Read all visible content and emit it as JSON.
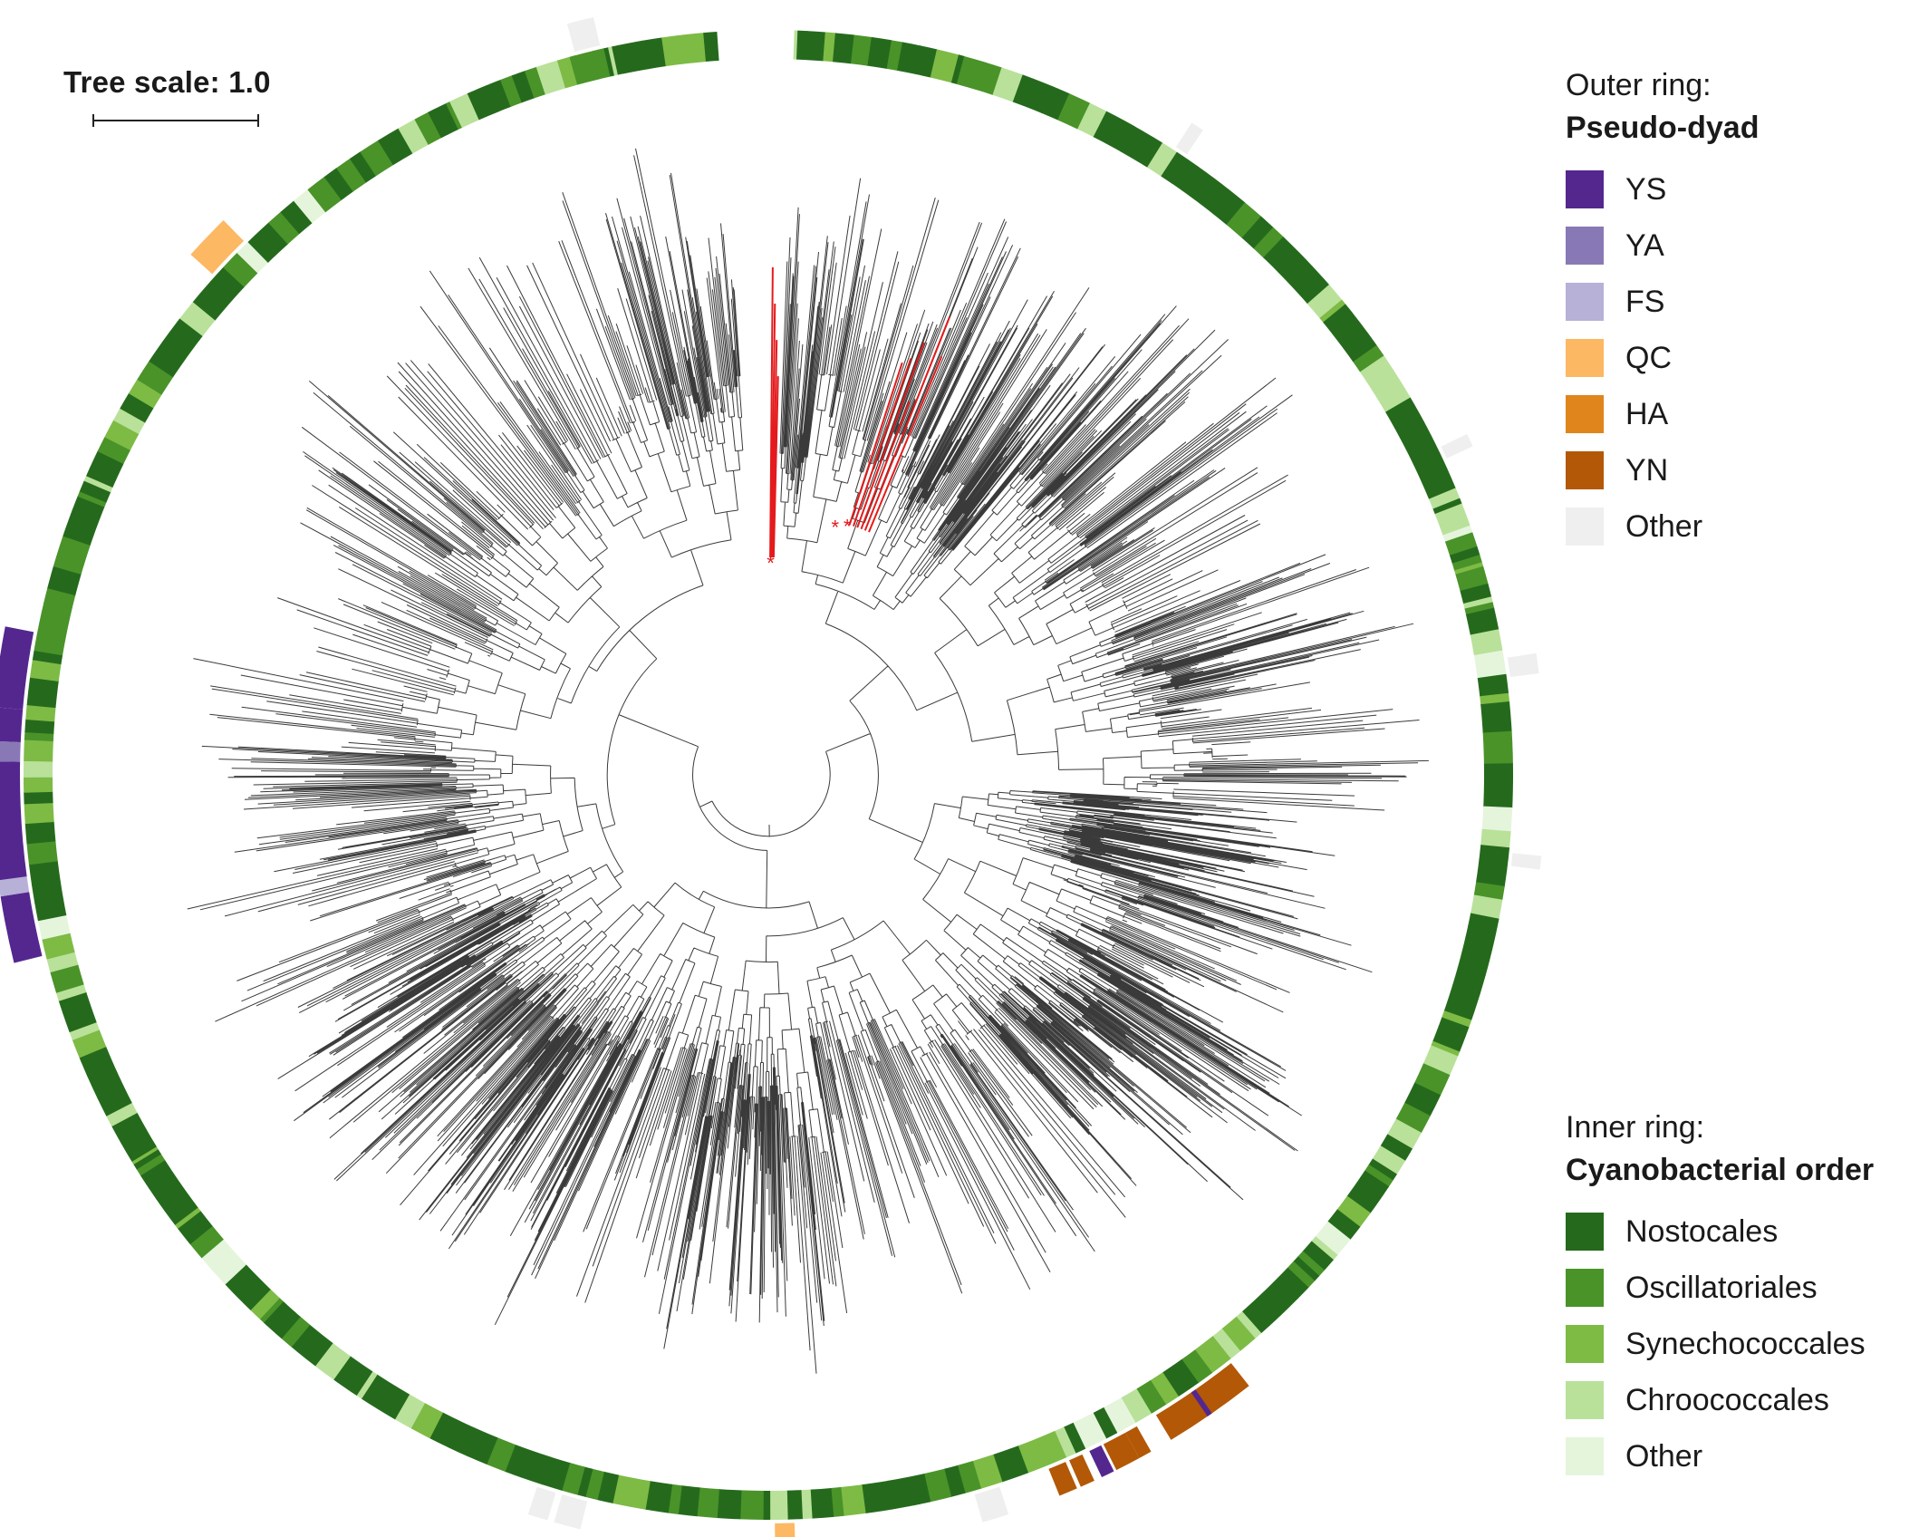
{
  "scale": {
    "label": "Tree scale: 1.0"
  },
  "legend_outer": {
    "caption": "Outer ring:",
    "title": "Pseudo-dyad",
    "items": [
      {
        "label": "YS",
        "color": "#54278f"
      },
      {
        "label": "YA",
        "color": "#8879b6"
      },
      {
        "label": "FS",
        "color": "#b7b0d7"
      },
      {
        "label": "QC",
        "color": "#fdb863"
      },
      {
        "label": "HA",
        "color": "#e0841c"
      },
      {
        "label": "YN",
        "color": "#b35806"
      },
      {
        "label": "Other",
        "color": "#efefef"
      }
    ]
  },
  "legend_inner": {
    "caption": "Inner ring:",
    "title": "Cyanobacterial order",
    "items": [
      {
        "label": "Nostocales",
        "color": "#256a1c"
      },
      {
        "label": "Oscillatoriales",
        "color": "#4a9329"
      },
      {
        "label": "Synechococcales",
        "color": "#7dbb45"
      },
      {
        "label": "Chroococcales",
        "color": "#b9e19a"
      },
      {
        "label": "Other",
        "color": "#e5f5dc"
      }
    ]
  },
  "colors": {
    "branch": "#3a3a3a",
    "highlight_branch": "#e41a1c",
    "marker": "#e41a1c"
  },
  "markers": {
    "symbol": "*"
  }
}
